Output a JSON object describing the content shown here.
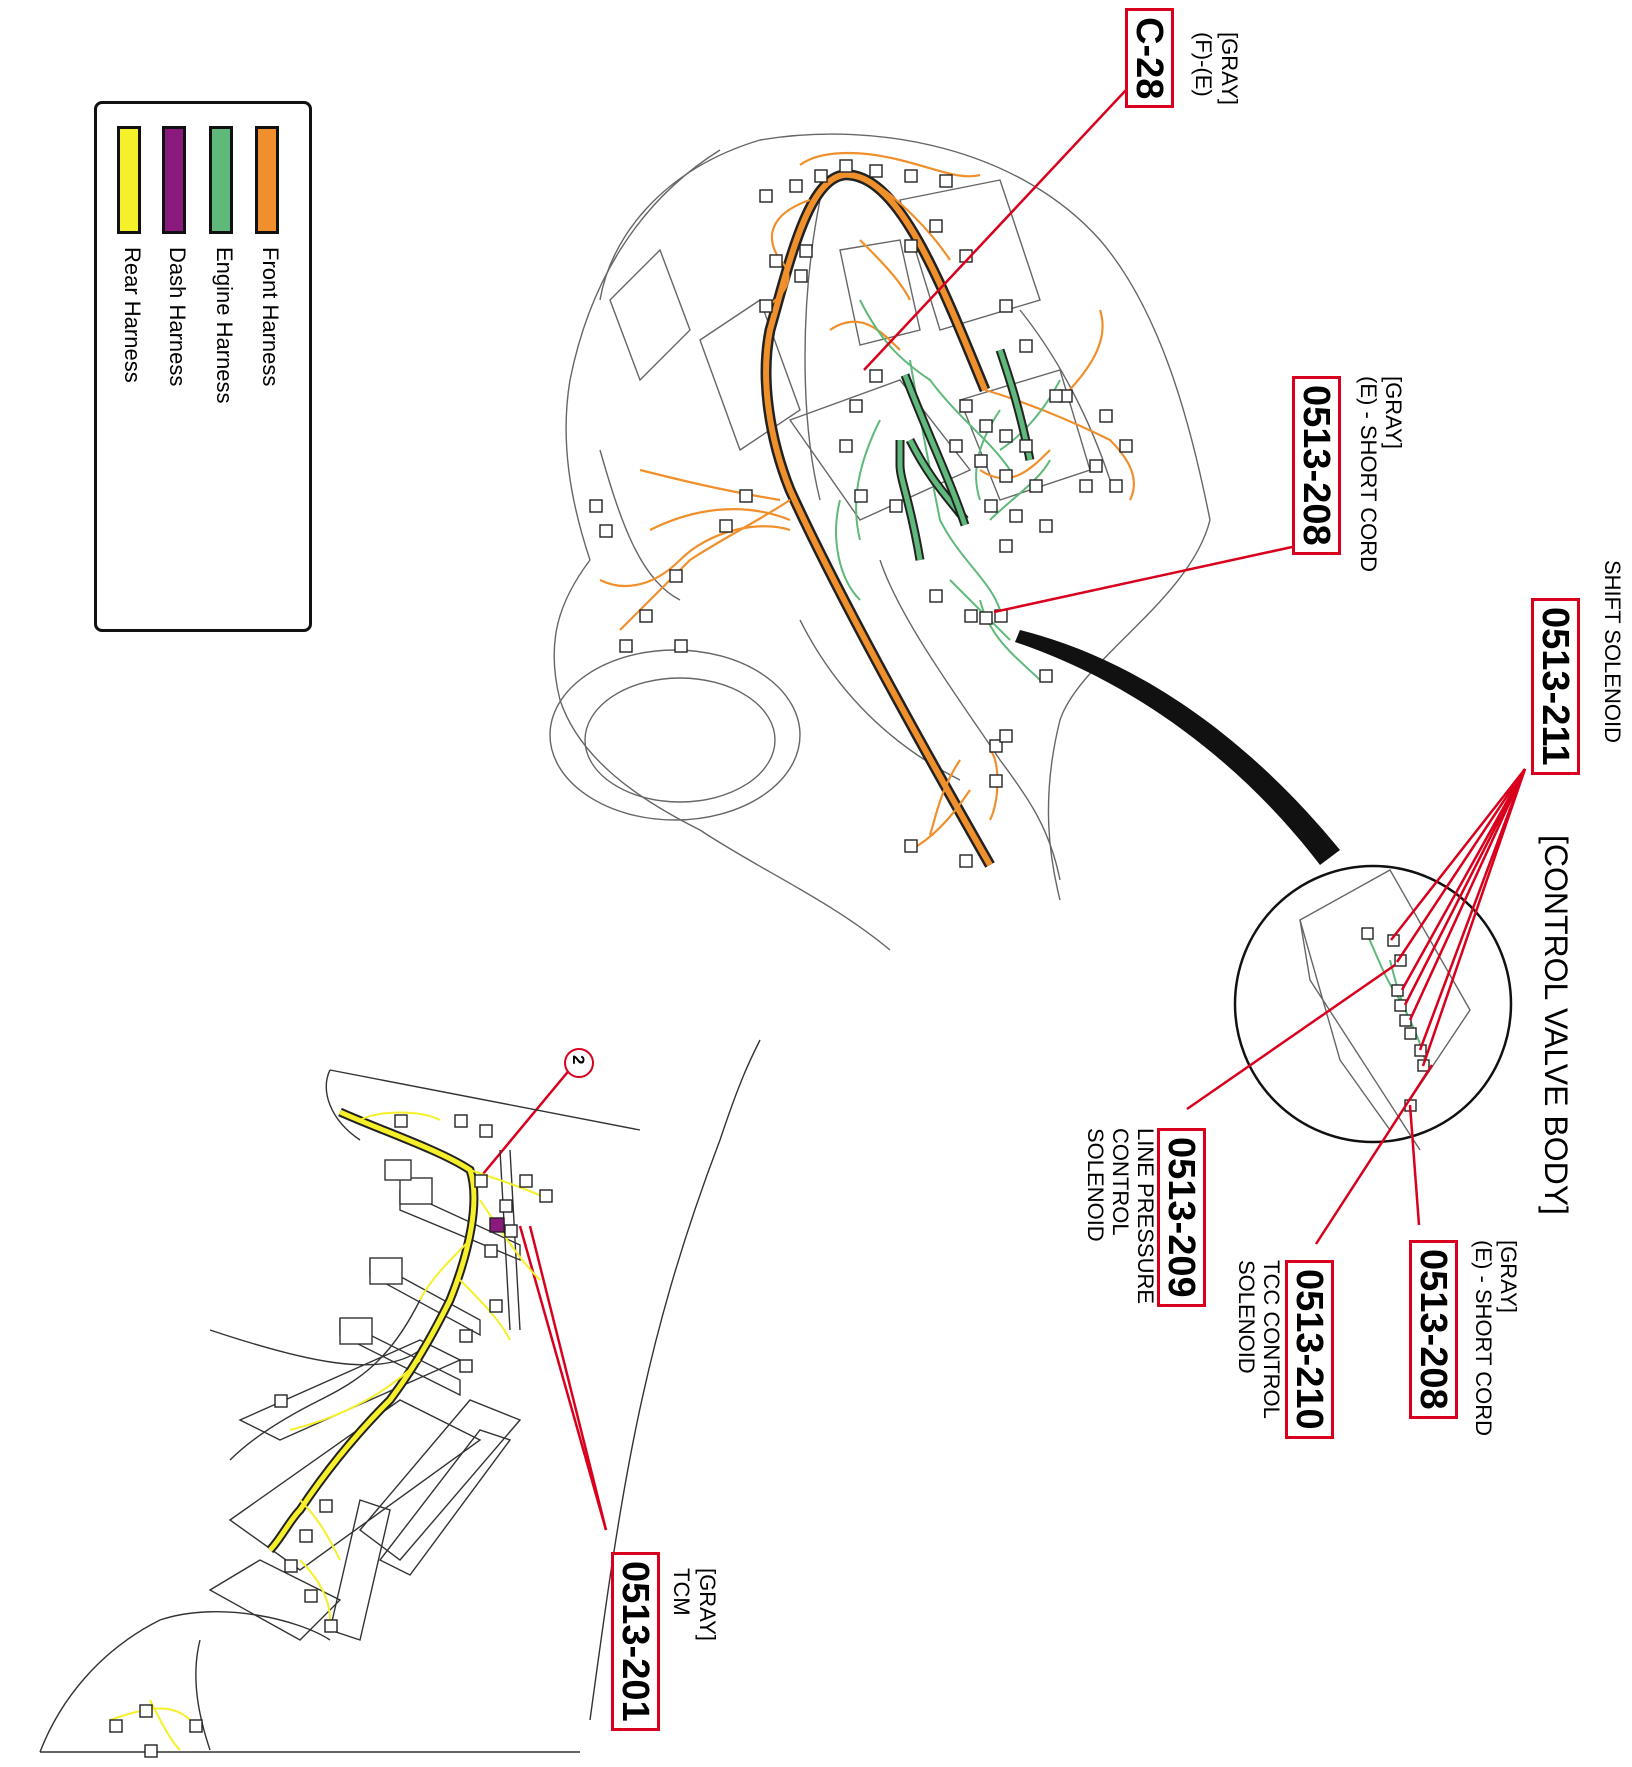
{
  "legend": {
    "items": [
      {
        "label": "Front Harness",
        "color": "#f0902c"
      },
      {
        "label": "Engine Harness",
        "color": "#5fb97a"
      },
      {
        "label": "Dash Harness",
        "color": "#8a1a7d"
      },
      {
        "label": "Rear Harness",
        "color": "#f5f02a"
      }
    ]
  },
  "callouts": {
    "c28": {
      "code": "C-28",
      "note1": "[GRAY]",
      "note2": "(F)-(E)"
    },
    "c208_top": {
      "code": "0513-208",
      "note1": "[GRAY]",
      "note2": "(E) - SHORT CORD"
    },
    "c211": {
      "code": "0513-211",
      "note1": "SHIFT SOLENOID"
    },
    "c208_detail": {
      "code": "0513-208",
      "note1": "[GRAY]",
      "note2": "(E) - SHORT CORD"
    },
    "c210": {
      "code": "0513-210",
      "note1": "TCC CONTROL",
      "note2": "SOLENOID"
    },
    "c209": {
      "code": "0513-209",
      "note1": "LINE PRESSURE",
      "note2": "CONTROL",
      "note3": "SOLENOID"
    },
    "c201": {
      "code": "0513-201",
      "note1": "[GRAY]",
      "note2": "TCM"
    },
    "marker2": {
      "code": "2"
    }
  },
  "detail_title": "[CONTROL VALVE BODY]",
  "colors": {
    "callout_red": "#d8001c",
    "front": "#f0902c",
    "engine": "#5fb97a",
    "rear": "#f5f02a",
    "outline": "#555555"
  }
}
